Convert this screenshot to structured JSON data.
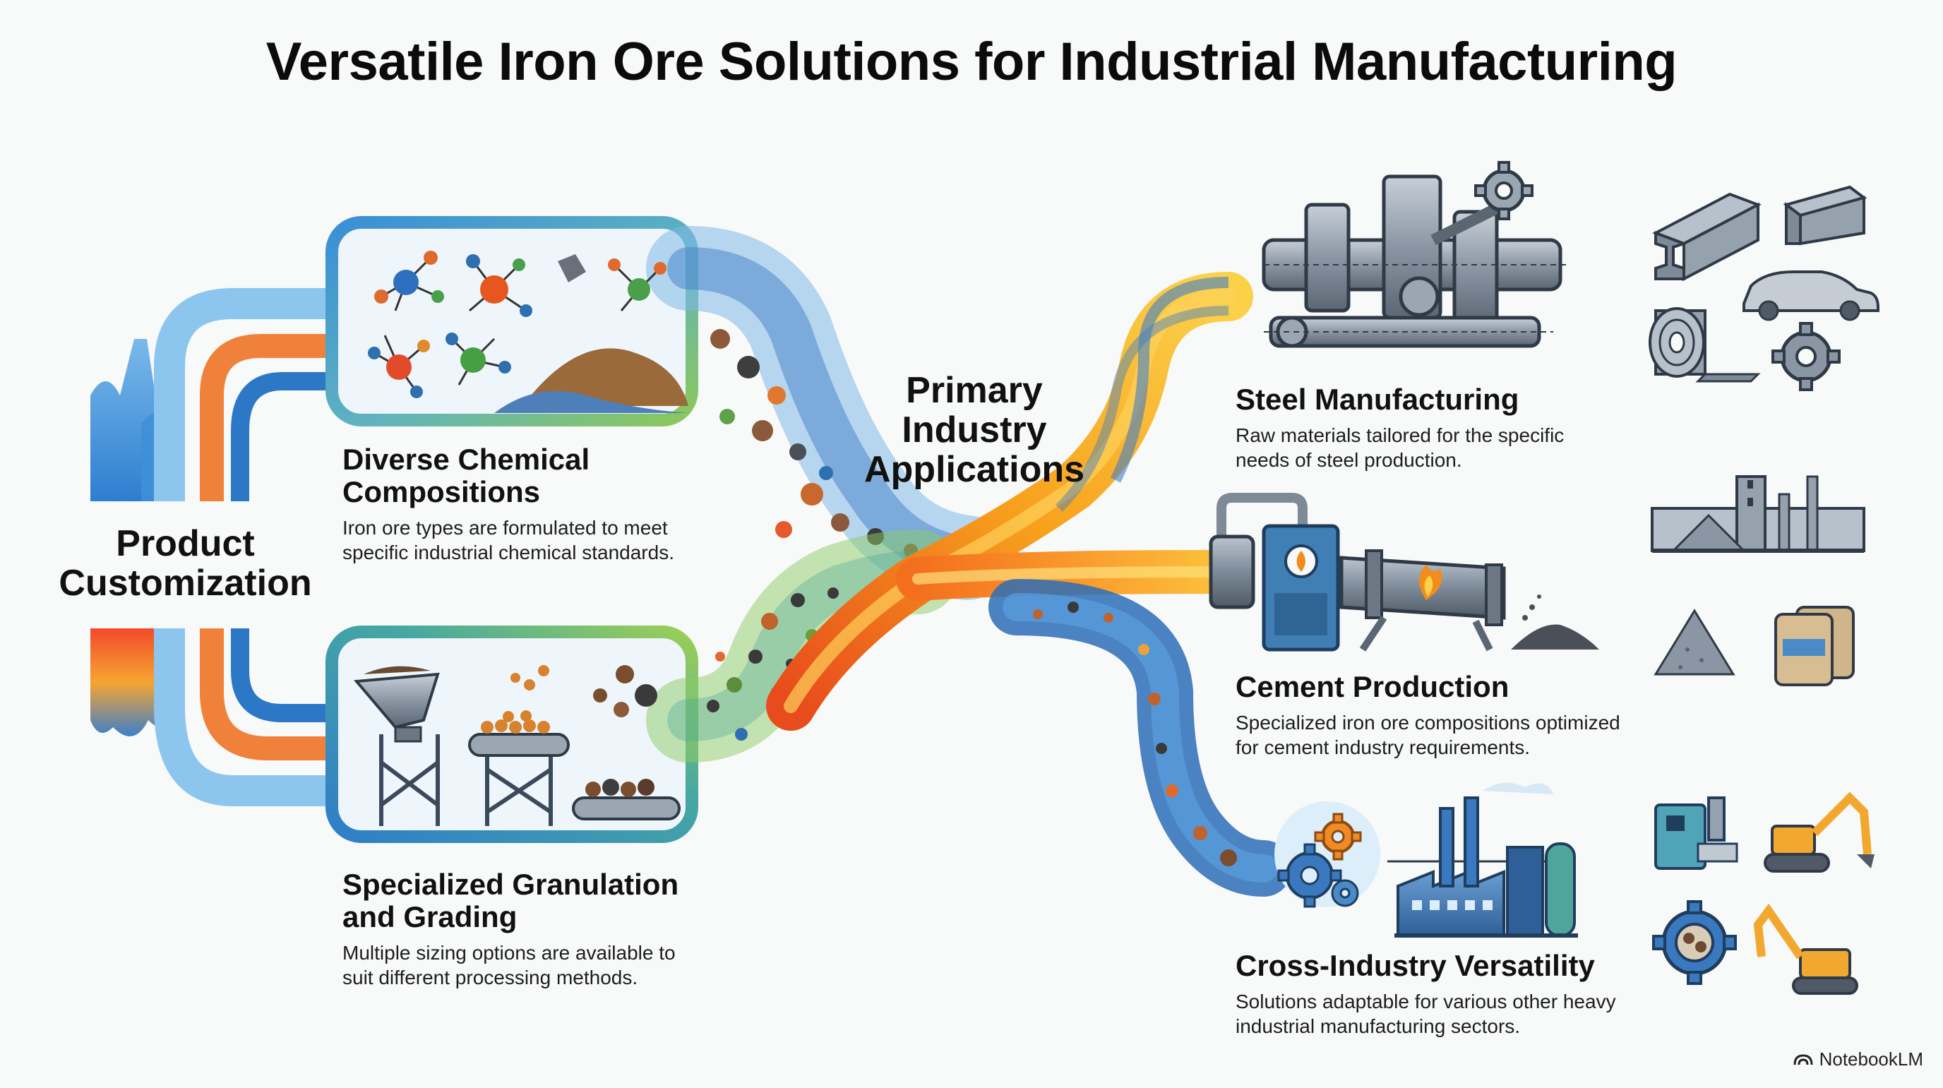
{
  "title": "Versatile Iron Ore Solutions for Industrial Manufacturing",
  "center_label": {
    "line1": "Primary",
    "line2": "Industry",
    "line3": "Applications"
  },
  "left_label": {
    "line1": "Product",
    "line2": "Customization"
  },
  "inputs": [
    {
      "heading_line1": "Diverse Chemical",
      "heading_line2": "Compositions",
      "desc_line1": "Iron ore types are formulated to meet",
      "desc_line2": "specific industrial chemical standards."
    },
    {
      "heading_line1": "Specialized Granulation",
      "heading_line2": "and Grading",
      "desc_line1": "Multiple sizing options are available to",
      "desc_line2": "suit different processing methods."
    }
  ],
  "applications": [
    {
      "heading": "Steel Manufacturing",
      "desc_line1": "Raw materials tailored for the specific",
      "desc_line2": "needs of steel production."
    },
    {
      "heading": "Cement Production",
      "desc_line1": "Specialized iron ore compositions optimized",
      "desc_line2": "for cement industry requirements."
    },
    {
      "heading": "Cross-Industry Versatility",
      "desc_line1": "Solutions adaptable for various other heavy",
      "desc_line2": "industrial manufacturing sectors."
    }
  ],
  "icons": [
    "factory-silhouette-icon",
    "molecule-icon",
    "conveyor-icon",
    "steel-machinery-icon",
    "steel-beam-icon",
    "car-icon",
    "steel-coil-icon",
    "gear-icon",
    "kiln-icon",
    "cement-plant-icon",
    "cement-pile-icon",
    "cement-bags-icon",
    "gears-icon",
    "factory-icon",
    "cnc-machine-icon",
    "excavator-icon",
    "ore-gear-icon"
  ],
  "colors": {
    "molten": "#f28c1c",
    "blue_pipe": "#3f7fc8",
    "green_pipe": "#74b84a",
    "steel": "#8a95a2"
  },
  "brand": "NotebookLM"
}
